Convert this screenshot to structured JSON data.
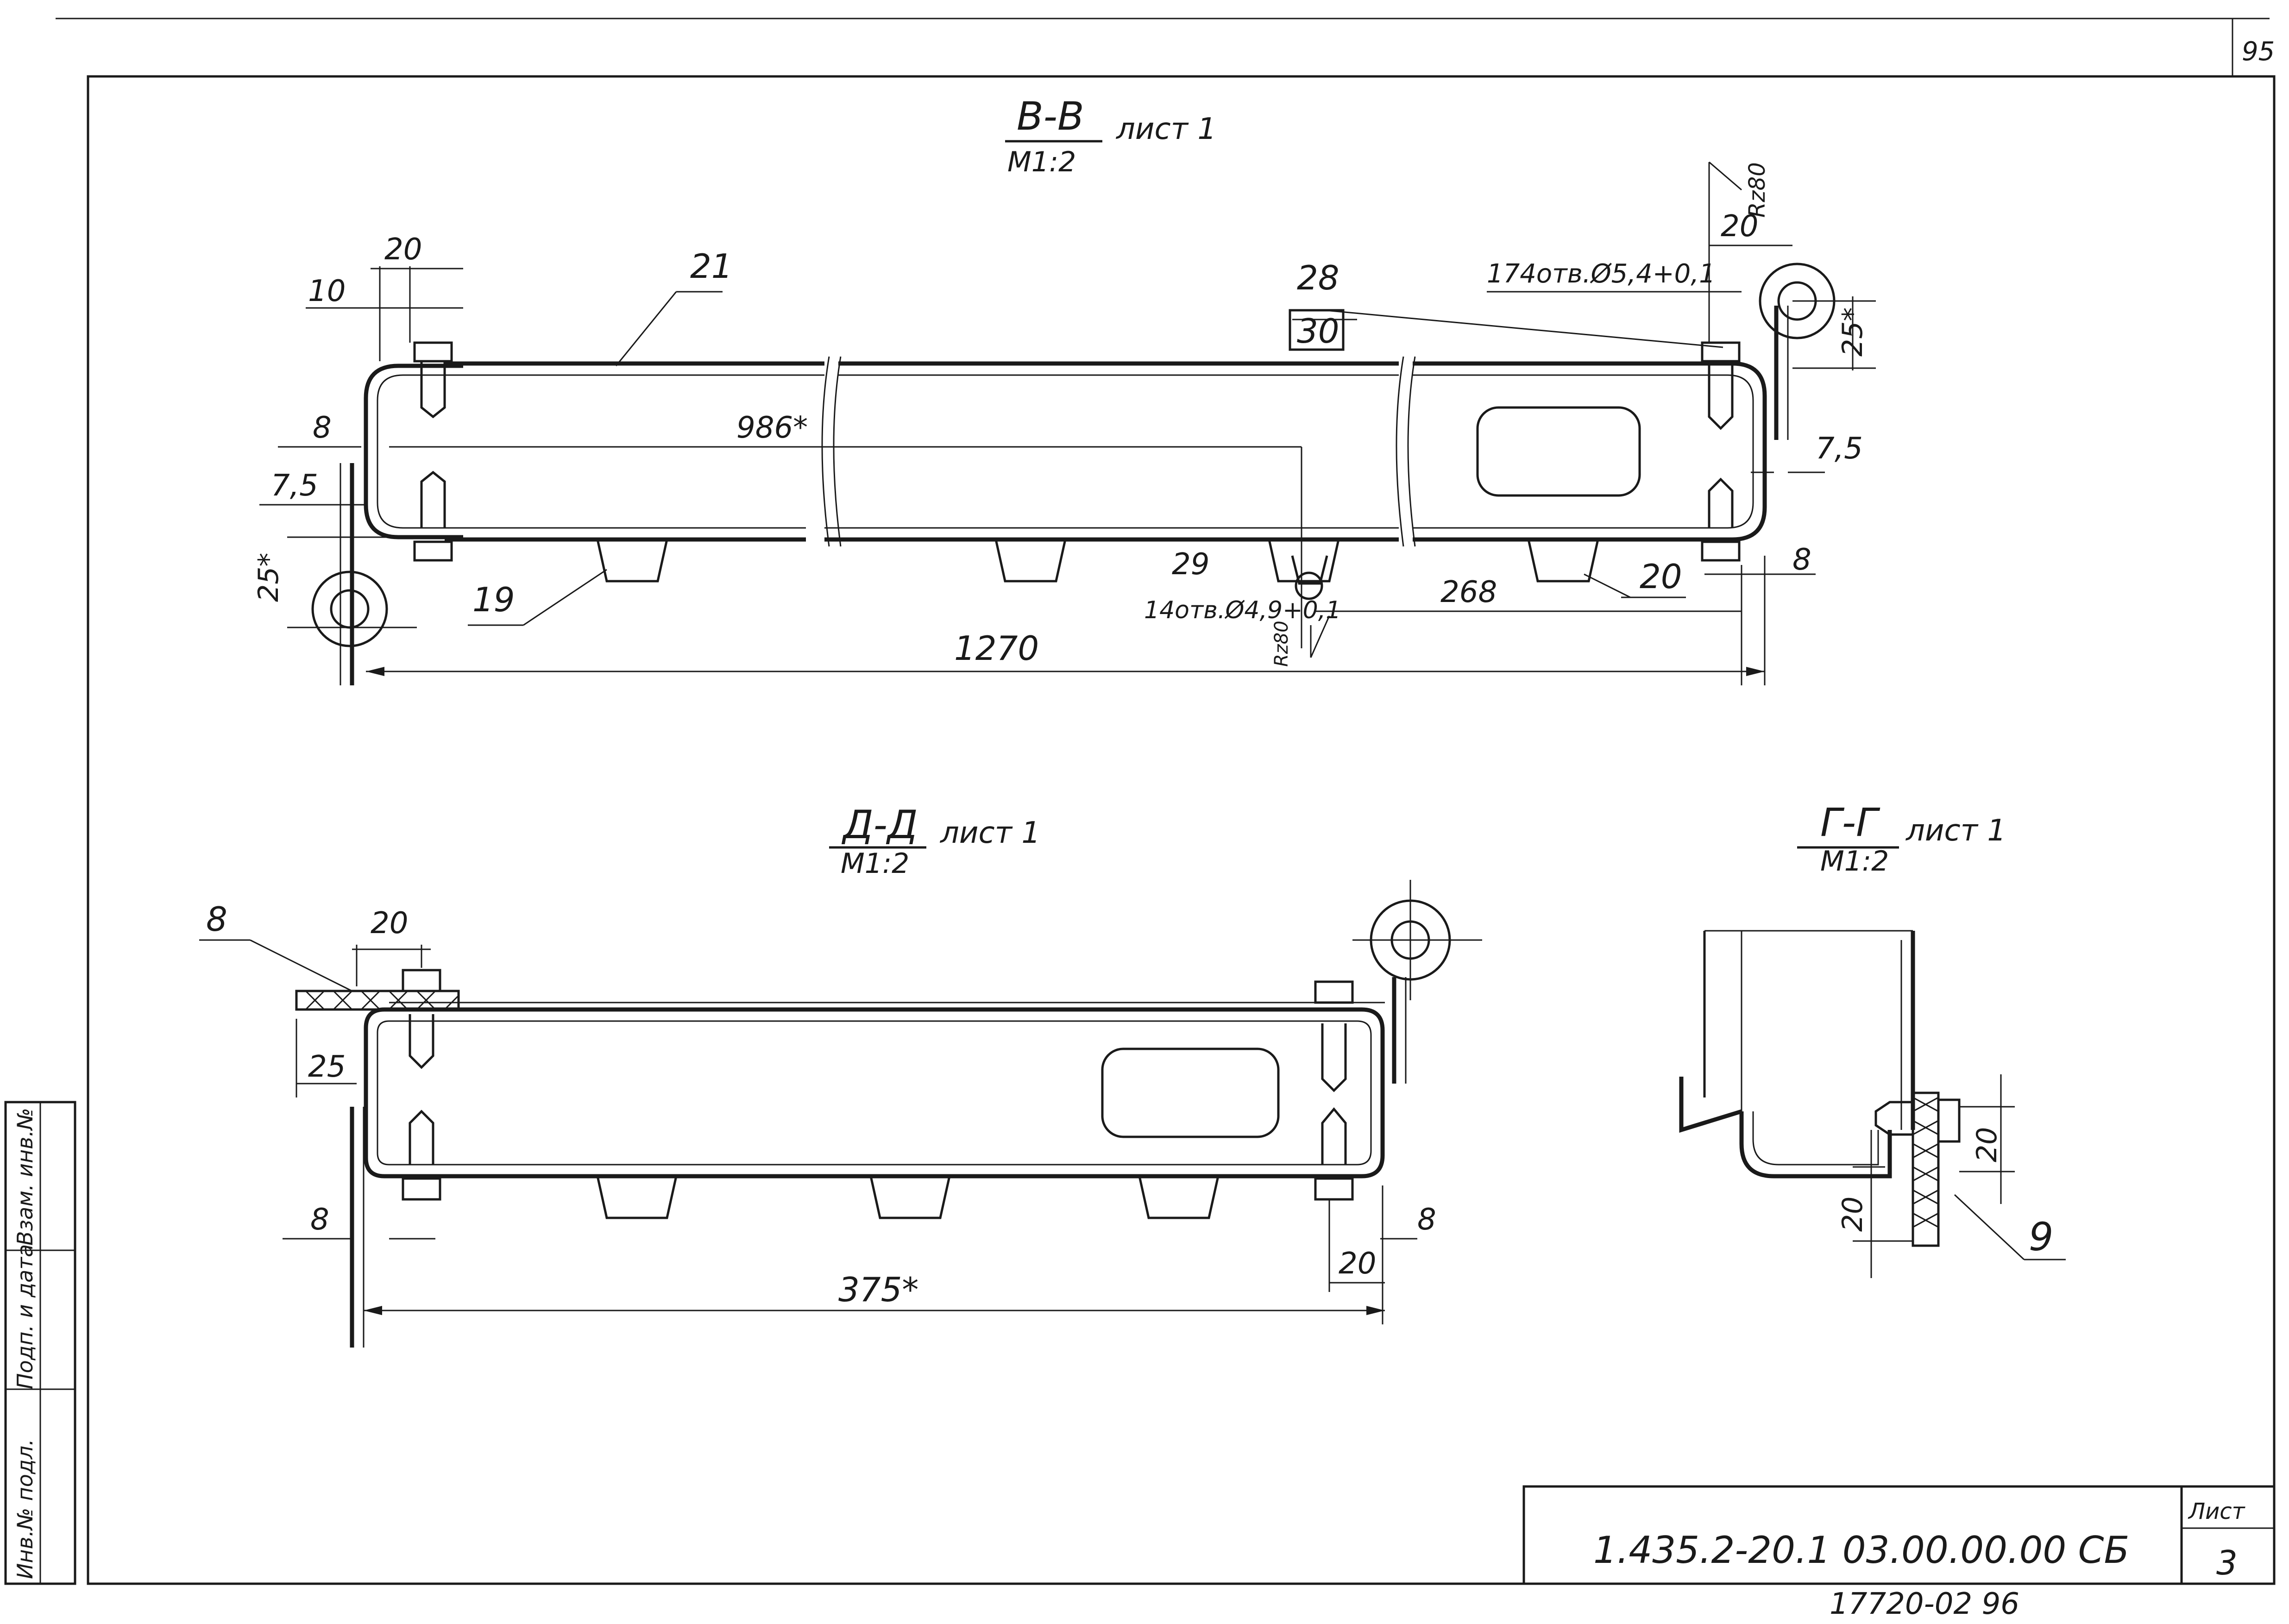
{
  "sheet": {
    "page_number_top": "95",
    "side_stamp": [
      "Инв.№ подл.",
      "Подп. и дата",
      "Взам. инв.№"
    ],
    "title_block": {
      "designation": "1.435.2-20.1 03.00.00.00 СБ",
      "sheet_label": "Лист",
      "sheet_number": "3",
      "archive_number": "17720-02 96"
    }
  },
  "section_bb": {
    "title": "В-В",
    "sheet_ref": "лист 1",
    "scale": "М1:2",
    "labels": {
      "d20_top": "20",
      "d10": "10",
      "pos21": "21",
      "pos28": "28",
      "pos30": "30",
      "holes_top": "174отв.Ø5,4+0,1",
      "rz80": "Rz80",
      "d20_right": "20",
      "d25_right": "25*",
      "d8_left": "8",
      "d986": "986*",
      "d7_5_left": "7,5",
      "d7_5_right": "7,5",
      "d25_left": "25*",
      "pos19": "19",
      "pos29": "29",
      "holes_bottom": "14отв.Ø4,9+0,1",
      "rz80_bottom": "Rz80",
      "d268": "268",
      "pos20": "20",
      "d8_right": "8",
      "d1270": "1270"
    }
  },
  "section_dd": {
    "title": "Д-Д",
    "sheet_ref": "лист 1",
    "scale": "М1:2",
    "labels": {
      "pos8": "8",
      "d20": "20",
      "d25": "25",
      "d8_left": "8",
      "d8_right": "8",
      "d20_bottom": "20",
      "d375": "375*"
    }
  },
  "section_gg": {
    "title": "Г-Г",
    "sheet_ref": "лист 1",
    "scale": "М1:2",
    "labels": {
      "d20_right": "20",
      "d20_left": "20",
      "pos9": "9"
    }
  }
}
